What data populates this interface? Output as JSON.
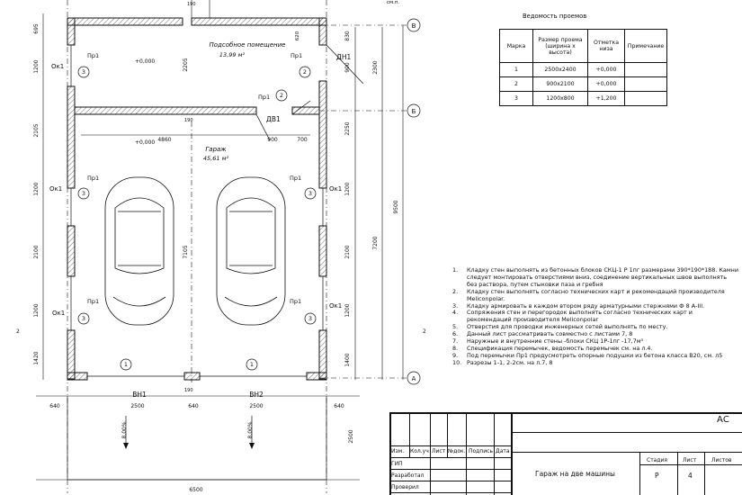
{
  "plan": {
    "rooms": [
      {
        "name": "Подсобное помещение",
        "area": "13,99 м²"
      },
      {
        "name": "Гараж",
        "area": "45,61 м²"
      }
    ],
    "levels": [
      "+0,000",
      "+0,000"
    ],
    "axes": {
      "b": "В",
      "v": "Б",
      "a": "А"
    },
    "labels": {
      "pr1": "Пр1",
      "ok1": "Ок1",
      "dn1": "ДН1",
      "dv1": "ДВ1",
      "vn1": "ВН1",
      "vn2": "ВН2",
      "sm": "см.п.",
      "sec": "2",
      "slope": "8,00%",
      "m1": "1",
      "m2": "2",
      "m3": "3"
    },
    "dims": {
      "left": [
        "695",
        "1200",
        "2105",
        "1200",
        "2100",
        "1200",
        "1420"
      ],
      "right_inner": [
        "620",
        "830",
        "900",
        "2250",
        "1200",
        "2100",
        "1200",
        "1400"
      ],
      "right_outer": [
        "2300",
        "7200",
        "9500"
      ],
      "mid": [
        "2205",
        "7105"
      ],
      "gar_top": [
        "4860",
        "900",
        "700"
      ],
      "bottom": [
        "640",
        "2500",
        "640",
        "2500",
        "640"
      ],
      "total": "6500",
      "apron": "2500",
      "small": [
        "190",
        "190",
        "190"
      ]
    }
  },
  "openings_table": {
    "title": "Ведомость проемов",
    "headers": [
      "Марка",
      "Размер проема (ширина х высота)",
      "Отметка низа",
      "Примечание"
    ],
    "rows": [
      [
        "1",
        "2500x2400",
        "+0,000",
        ""
      ],
      [
        "2",
        "900x2100",
        "+0,000",
        ""
      ],
      [
        "3",
        "1200x800",
        "+1,200",
        ""
      ]
    ]
  },
  "notes": [
    {
      "n": "1.",
      "text": "Кладку стен выполнять из бетонных блоков СКЦ-1 Р 1пг размерами 390*190*188. Камни следует монтировать отверстиями вниз, соединение вертикальных швов выполнять без раствора, путем стыковки паза и гребня"
    },
    {
      "n": "2.",
      "text": "Кладку стен выполнять согласно технических карт и рекомендаций производителя Meliconpolar."
    },
    {
      "n": "3.",
      "text": "Кладку армировать в каждом втором ряду арматурными стержнями Ф 8 А-III."
    },
    {
      "n": "4.",
      "text": "Сопряжения стен и перегородок выполнять согласно технических карт и рекомендаций производителя Meliconpolar"
    },
    {
      "n": "5.",
      "text": "Отверстия для проводки инженерных сетей выполнять по месту."
    },
    {
      "n": "6.",
      "text": "Данный лист рассматривать совместно с листами 7, 8"
    },
    {
      "n": "7.",
      "text": "Наружные и внутренние стены -блоки СКЦ 1Р-1пг -17,7м³"
    },
    {
      "n": "8.",
      "text": "Спецификация перемычек, ведомость перемычек см. на л.4."
    },
    {
      "n": "9.",
      "text": "Под перемычки Пр1 предусмотреть опорные подушки из бетона класса В20, см. л5"
    },
    {
      "n": "10.",
      "text": "Разрезы 1-1, 2-2см. на л.7, 8"
    }
  ],
  "stamp": {
    "code": "АС",
    "cols": [
      "Изм.",
      "Кол.уч",
      "Лист",
      "№док.",
      "Подпись",
      "Дата"
    ],
    "roles": [
      "ГИП",
      "Разработал",
      "Проверил"
    ],
    "title": "Гараж на две машины",
    "stage_h": "Стадия",
    "sheet_h": "Лист",
    "sheets_h": "Листов",
    "stage": "Р",
    "sheet": "4",
    "sheets": ""
  }
}
